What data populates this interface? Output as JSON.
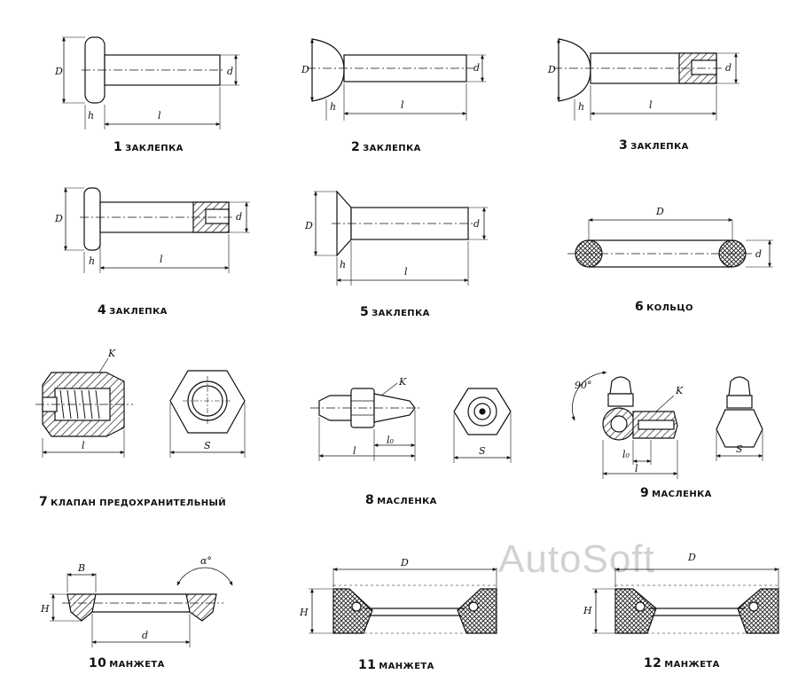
{
  "watermark": "AutoSoft",
  "parts": [
    {
      "num": "1",
      "title": "ЗАКЛЕПКА",
      "dims": {
        "D": "D",
        "d": "d",
        "h": "h",
        "l": "l"
      }
    },
    {
      "num": "2",
      "title": "ЗАКЛЕПКА",
      "dims": {
        "D": "D",
        "d": "d",
        "h": "h",
        "l": "l"
      }
    },
    {
      "num": "3",
      "title": "ЗАКЛЕПКА",
      "dims": {
        "D": "D",
        "d": "d",
        "h": "h",
        "l": "l"
      }
    },
    {
      "num": "4",
      "title": "ЗАКЛЕПКА",
      "dims": {
        "D": "D",
        "d": "d",
        "h": "h",
        "l": "l"
      }
    },
    {
      "num": "5",
      "title": "ЗАКЛЕПКА",
      "dims": {
        "D": "D",
        "d": "d",
        "h": "h",
        "l": "l"
      }
    },
    {
      "num": "6",
      "title": "КОЛЬЦО",
      "dims": {
        "D": "D",
        "d": "d"
      }
    },
    {
      "num": "7",
      "title": "КЛАПАН ПРЕДОХРАНИТЕЛЬНЫЙ",
      "dims": {
        "K": "K",
        "l": "l",
        "S": "S"
      }
    },
    {
      "num": "8",
      "title": "МАСЛЕНКА",
      "dims": {
        "K": "K",
        "l": "l",
        "l0": "l₀",
        "S": "S"
      }
    },
    {
      "num": "9",
      "title": "МАСЛЕНКА",
      "dims": {
        "angle": "90°",
        "K": "K",
        "l": "l",
        "l0": "l₀",
        "S": "S"
      }
    },
    {
      "num": "10",
      "title": "МАНЖЕТА",
      "dims": {
        "B": "B",
        "H": "H",
        "d": "d",
        "alpha": "α°"
      }
    },
    {
      "num": "11",
      "title": "МАНЖЕТА",
      "dims": {
        "D": "D",
        "H": "H"
      }
    },
    {
      "num": "12",
      "title": "МАНЖЕТА",
      "dims": {
        "D": "D",
        "H": "H"
      }
    }
  ]
}
